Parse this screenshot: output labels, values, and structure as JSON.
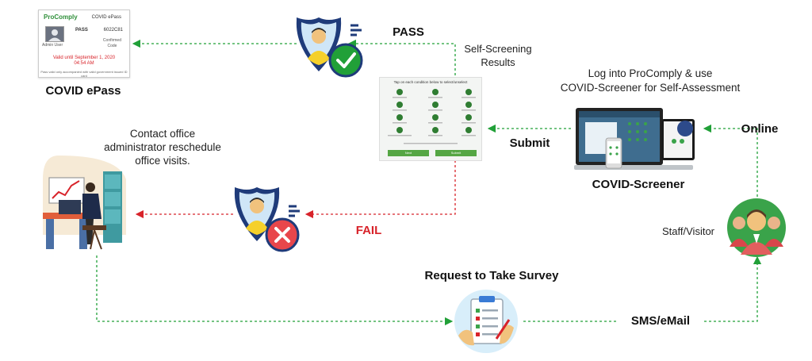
{
  "epass": {
    "logo": "ProComply",
    "title": "COVID ePass",
    "avatar_name": "Admin User",
    "status": "PASS",
    "code": "6022C81",
    "confirmed_line1": "Confirmed",
    "confirmed_line2": "Code",
    "valid_line1": "Valid until September 1, 2020",
    "valid_line2": "04:54 AM",
    "note": "Pass valid only accompanied with valid government issued ID card",
    "caption": "COVID ePass"
  },
  "pass_label": "PASS",
  "fail_label": "FAIL",
  "results_label_line1": "Self-Screening",
  "results_label_line2": "Results",
  "form": {
    "header": "Tap on each condition below to select/unselect",
    "button_left": "Next",
    "button_right": "Submit"
  },
  "login_label_line1": "Log into ProComply & use",
  "login_label_line2": "COVID-Screener for Self-Assessment",
  "submit_label": "Submit",
  "online_label": "Online",
  "screener_caption": "COVID-Screener",
  "contact_line1": "Contact office",
  "contact_line2": "administrator reschedule",
  "contact_line3": "office visits.",
  "staff_label": "Staff/Visitor",
  "request_label": "Request to Take Survey",
  "sms_label": "SMS/eMail",
  "colors": {
    "green": "#21a038",
    "red": "#d8232a",
    "shield_blue": "#1f3b7a",
    "shield_light": "#cfe6f7"
  }
}
